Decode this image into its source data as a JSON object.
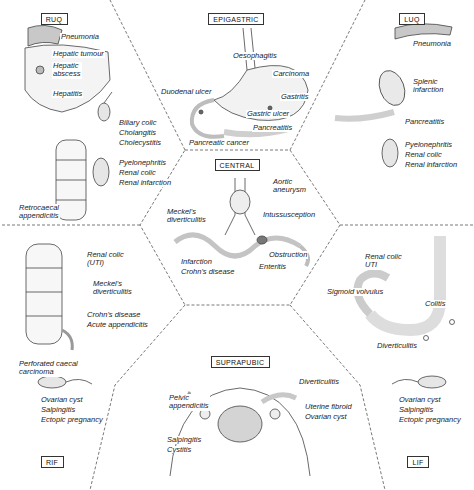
{
  "diagram": {
    "nodes": [
      {
        "text": [
          "RUQ"
        ]
      },
      {
        "text": [
          "EPIGASTRIC"
        ]
      },
      {
        "text": [
          "LUQ"
        ]
      },
      {
        "text": [
          "CENTRAL"
        ]
      },
      {
        "text": [
          "SUPRAPUBIC"
        ]
      },
      {
        "text": [
          "RIF"
        ]
      },
      {
        "text": [
          "LIF"
        ]
      }
    ],
    "labels": [
      "Pneumonia",
      "Hepatic tumour",
      "Hepatic abscess",
      "Hepatitis",
      "Biliary colic",
      "Cholangitis",
      "Cholecystitis",
      "Pyelonephritis",
      "Renal colic",
      "Renal infarction",
      "Retrocaecal appendicitis",
      "Oesophagitis",
      "Carcinoma",
      "Duodenal ulcer",
      "Gastritis",
      "Gastric ulcer",
      "Pancreatitis",
      "Pancreatic cancer",
      "Pneumonia",
      "Splenic infarction",
      "Pancreatitis",
      "Pyelonephritis",
      "Renal colic",
      "Renal infarction",
      "Aortic aneurysm",
      "Meckel's diverticulitis",
      "Intussusception",
      "Obstruction",
      "Enteritis",
      "Infarction",
      "Crohn's disease",
      "Renal colic (UTI)",
      "Meckel's diverticulitis",
      "Crohn's disease",
      "Acute appendicitis",
      "Perforated caecal carcinoma",
      "Ovarian cyst",
      "Salpingitis",
      "Ectopic pregnancy",
      "Renal colic UTI",
      "Sigmoid volvulus",
      "Colitis",
      "Diverticulitis",
      "Ovarian cyst",
      "Salpingitis",
      "Ectopic pregnancy",
      "Diverticulitis",
      "Uterine fibroid",
      "Ovarian cyst",
      "Pelvic appendicitis",
      "Salpingitis",
      "Cystitis"
    ]
  }
}
